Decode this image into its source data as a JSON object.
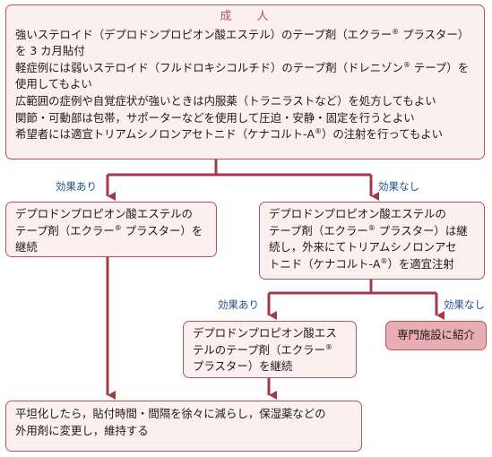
{
  "adult_box": {
    "title": "成 人",
    "lines": [
      "強いステロイド（デプロドンプロピオン酸エステル）のテープ剤（エクラー® プラスター）",
      "を 3 カ月貼付",
      "軽症例には弱いステロイド（フルドロキシコルチド）のテープ剤（ドレニゾン® テープ）を",
      "使用してもよい",
      "広範囲の症例や自覚症状が強いときは内服薬（トラニラストなど）を処方してもよい",
      "関節・可動部は包帯，サポーターなどを使用して圧迫・安静・固定を行うとよい",
      "希望者には適宜トリアムシノロンアセトニド（ケナコルト-A®）の注射を行ってもよい"
    ]
  },
  "labels": {
    "effective_left": "効果あり",
    "not_effective_right": "効果なし",
    "effective_lower": "効果あり",
    "not_effective_lower": "効果なし"
  },
  "continue_box": {
    "lines": [
      "デプロドンプロピオン酸エステルの",
      "テープ剤（エクラー® プラスター）を",
      "継続"
    ]
  },
  "injection_box": {
    "lines": [
      "デプロドンプロピオン酸エステルの",
      "テープ剤（エクラー® プラスター）は継",
      "続し，外来にてトリアムシノロンアセ",
      "トニド（ケナコルト-A®）を適宜注射"
    ]
  },
  "continue_box_2": {
    "lines": [
      "デプロドンプロピオン酸エス",
      "テルのテープ剤（エクラー®",
      "プラスター）を継続"
    ]
  },
  "referral_box": {
    "label": "専門施設に紹介"
  },
  "maintenance_box": {
    "lines": [
      "平坦化したら，貼付時間・間隔を徐々に減らし，保湿薬などの",
      "外用剤に変更し，維持する"
    ]
  },
  "colors": {
    "box_fill": "#fbefef",
    "box_border": "#b5535f",
    "referral_fill": "#e8aeb3",
    "arrow": "#a23a4c",
    "label_text": "#1f4f86"
  }
}
